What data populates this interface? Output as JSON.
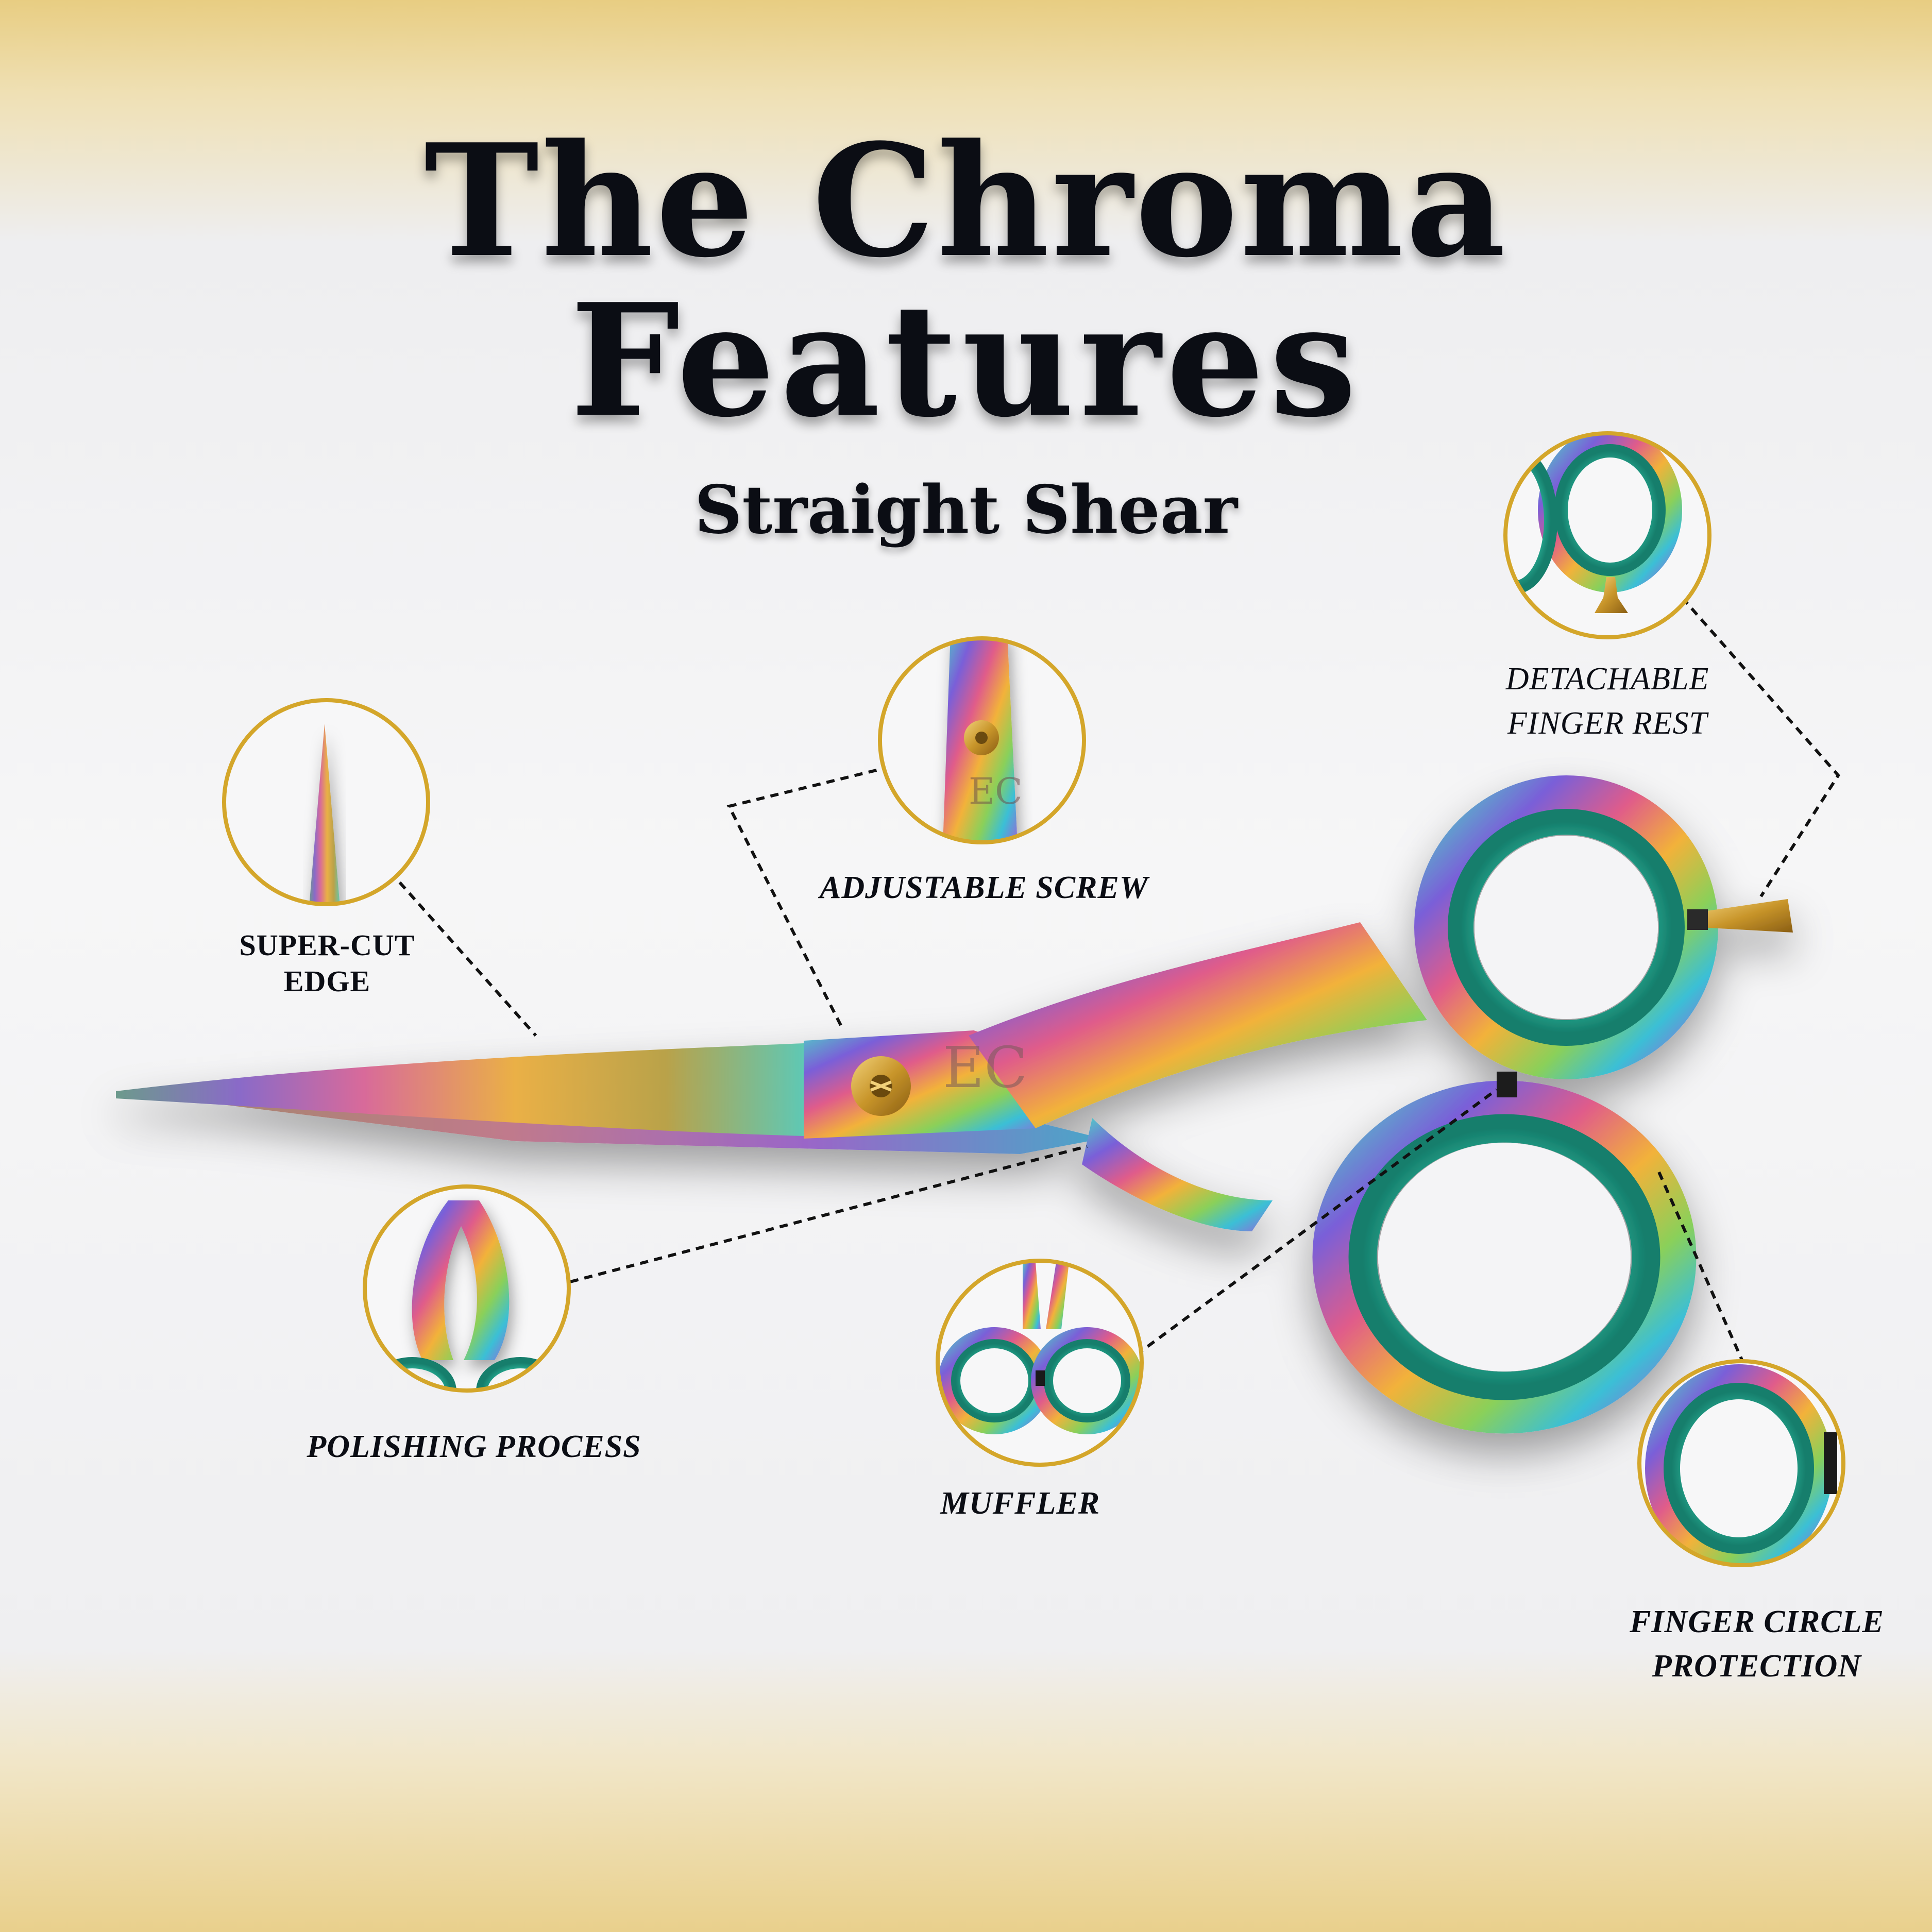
{
  "heading": {
    "line1": "The Chroma",
    "line2": "Features",
    "subtitle": "Straight Shear"
  },
  "features": {
    "super_cut_edge": [
      "SUPER-CUT",
      "EDGE"
    ],
    "adjustable_screw": "ADJUSTABLE SCREW",
    "detachable_finger_rest": [
      "DETACHABLE",
      "FINGER REST"
    ],
    "polishing_process": "POLISHING PROCESS",
    "muffler": "MUFFLER",
    "finger_circle_protection": [
      "FINGER CIRCLE",
      "PROTECTION"
    ]
  },
  "colors": {
    "gold_ring": "#d4a62a",
    "text": "#0b0d14",
    "ring_teal": "#1f9e88",
    "gold_background": "#e8cd82"
  }
}
